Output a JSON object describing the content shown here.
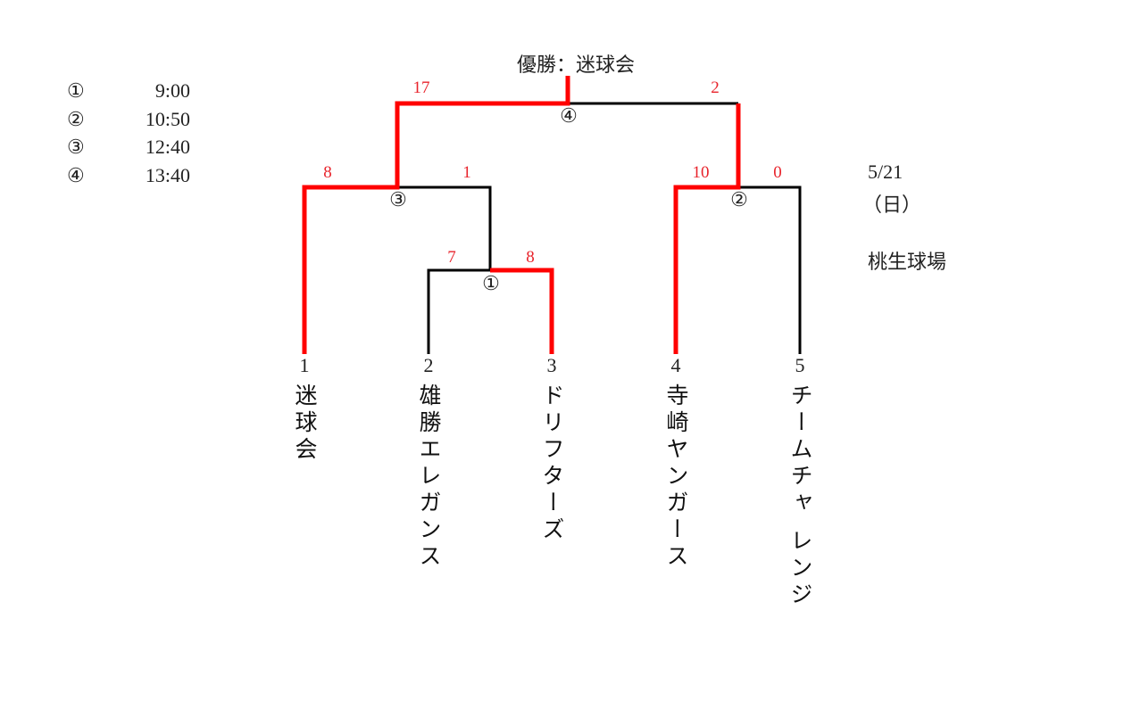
{
  "title": "優勝：迷球会",
  "schedule": [
    {
      "match": "①",
      "time": "9:00"
    },
    {
      "match": "②",
      "time": "10:50"
    },
    {
      "match": "③",
      "time": "12:40"
    },
    {
      "match": "④",
      "time": "13:40"
    }
  ],
  "info": {
    "date": "5/21",
    "day": "（日）",
    "venue": "桃生球場"
  },
  "teams": [
    {
      "num": "1",
      "name": "迷球会"
    },
    {
      "num": "2",
      "name": "雄勝エレガンス"
    },
    {
      "num": "3",
      "name": "ドリフターズ"
    },
    {
      "num": "4",
      "name": "寺崎ヤンガース"
    },
    {
      "num": "5",
      "name": "チームチャ レンジ"
    }
  ],
  "matches": {
    "m1": {
      "label": "①",
      "left_score": "7",
      "right_score": "8"
    },
    "m2": {
      "label": "②",
      "left_score": "10",
      "right_score": "0"
    },
    "m3": {
      "label": "③",
      "left_score": "8",
      "right_score": "1"
    },
    "m4": {
      "label": "④",
      "left_score": "17",
      "right_score": "2"
    }
  },
  "colors": {
    "winner": "#ff0000",
    "line": "#000000",
    "score": "#e8232b"
  }
}
